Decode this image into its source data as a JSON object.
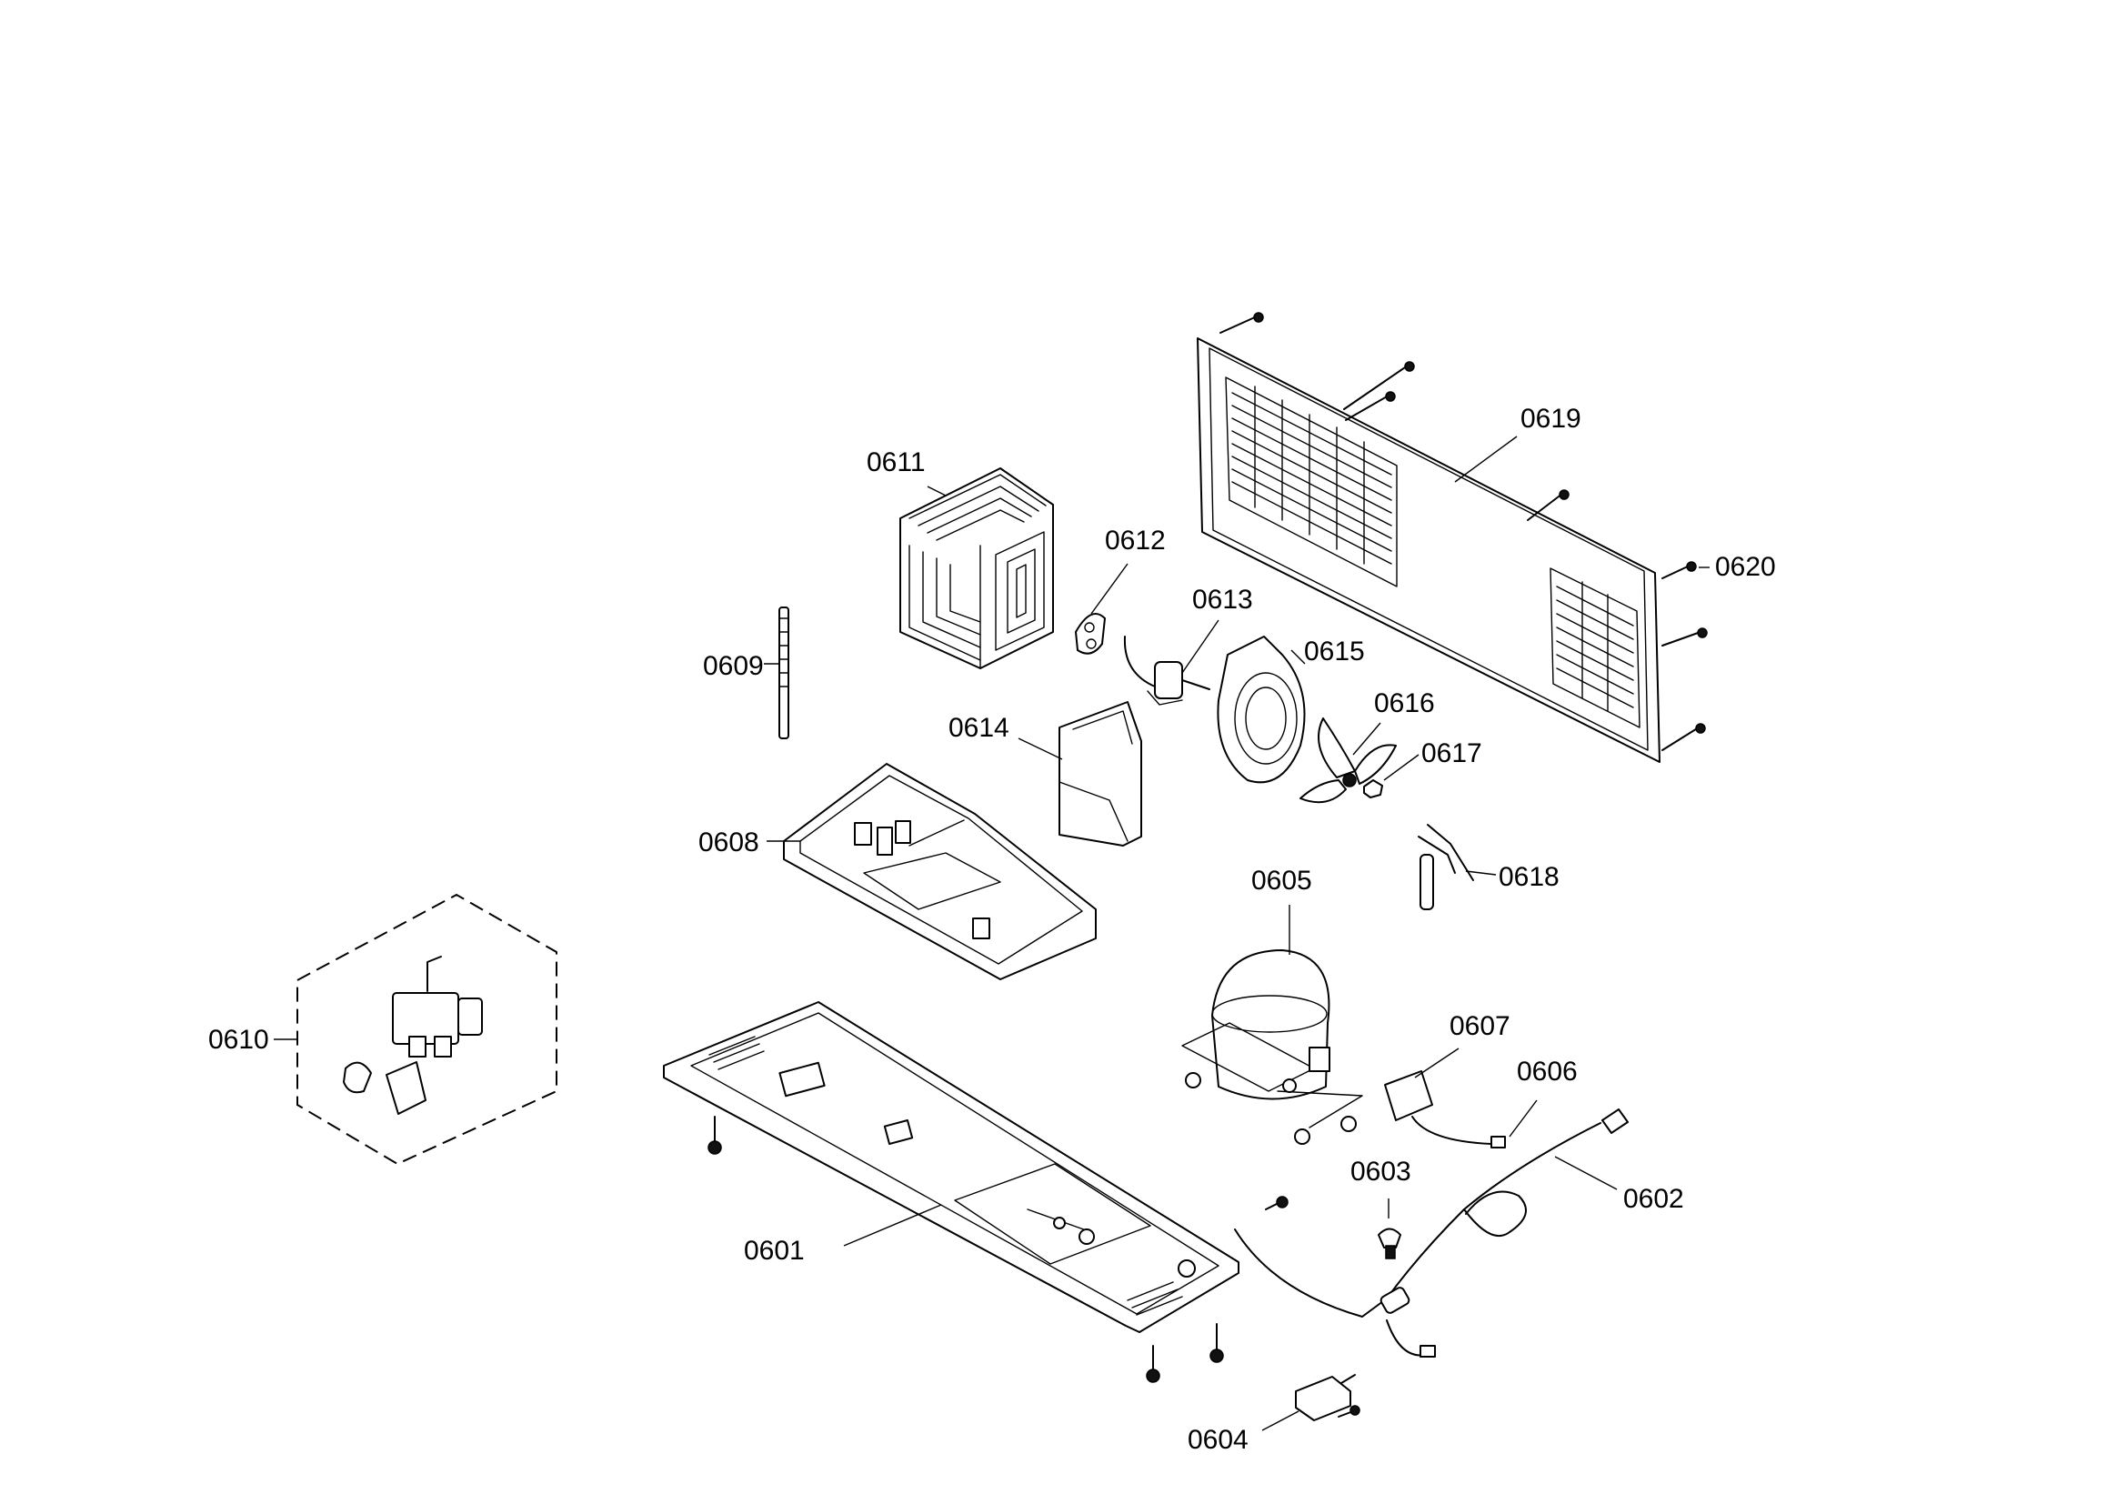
{
  "diagram": {
    "parts": [
      {
        "id": "p0601",
        "label": "0601"
      },
      {
        "id": "p0602",
        "label": "0602"
      },
      {
        "id": "p0603",
        "label": "0603"
      },
      {
        "id": "p0604",
        "label": "0604"
      },
      {
        "id": "p0605",
        "label": "0605"
      },
      {
        "id": "p0606",
        "label": "0606"
      },
      {
        "id": "p0607",
        "label": "0607"
      },
      {
        "id": "p0608",
        "label": "0608"
      },
      {
        "id": "p0609",
        "label": "0609"
      },
      {
        "id": "p0610",
        "label": "0610"
      },
      {
        "id": "p0611",
        "label": "0611"
      },
      {
        "id": "p0612",
        "label": "0612"
      },
      {
        "id": "p0613",
        "label": "0613"
      },
      {
        "id": "p0614",
        "label": "0614"
      },
      {
        "id": "p0615",
        "label": "0615"
      },
      {
        "id": "p0616",
        "label": "0616"
      },
      {
        "id": "p0617",
        "label": "0617"
      },
      {
        "id": "p0618",
        "label": "0618"
      },
      {
        "id": "p0619",
        "label": "0619"
      },
      {
        "id": "p0620",
        "label": "0620"
      }
    ]
  }
}
